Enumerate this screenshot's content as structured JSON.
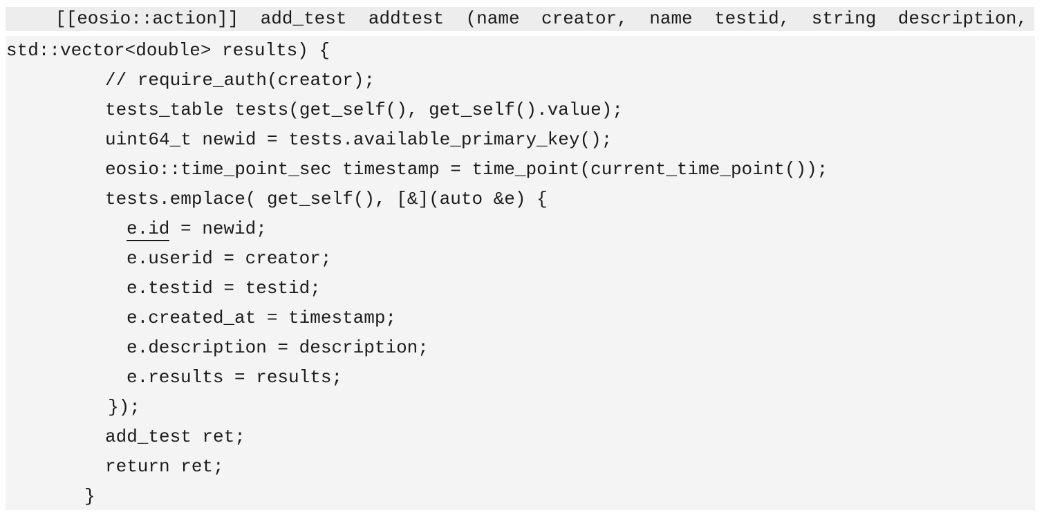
{
  "page": {
    "type": "code-listing",
    "language": "cpp",
    "colors": {
      "page_background": "#ffffff",
      "highlight_band": "#ededed",
      "code_background": "#f4f4f4",
      "text": "#1b1b1b"
    }
  },
  "code": {
    "lines": [
      {
        "style": "first",
        "highlighted": true,
        "justified": true,
        "text": "[[eosio::action]] add_test addtest (name creator, name testid, string description,"
      },
      {
        "style": "flush",
        "text": "std::vector<double> results) {"
      },
      {
        "style": "stmt",
        "text": "// require_auth(creator);"
      },
      {
        "style": "stmt",
        "text": "tests_table tests(get_self(), get_self().value);"
      },
      {
        "style": "stmt",
        "text": "uint64_t newid = tests.available_primary_key();"
      },
      {
        "style": "stmt",
        "text": "eosio::time_point_sec timestamp = time_point(current_time_point());"
      },
      {
        "style": "stmt",
        "text": "tests.emplace( get_self(), [&](auto &e) {"
      },
      {
        "style": "inner",
        "text": "e.id = newid;",
        "segments": [
          {
            "text": "e.id",
            "underline": true
          },
          {
            "text": " = newid;",
            "underline": false
          }
        ]
      },
      {
        "style": "inner",
        "text": "e.userid = creator;"
      },
      {
        "style": "inner",
        "text": "e.testid = testid;"
      },
      {
        "style": "inner",
        "text": "e.created_at = timestamp;"
      },
      {
        "style": "inner",
        "text": "e.description = description;"
      },
      {
        "style": "inner",
        "text": "e.results = results;"
      },
      {
        "style": "close",
        "text": "});"
      },
      {
        "style": "stmt",
        "text": "add_test ret;"
      },
      {
        "style": "stmt",
        "text": "return ret;"
      },
      {
        "style": "brace",
        "text": "}"
      }
    ]
  }
}
